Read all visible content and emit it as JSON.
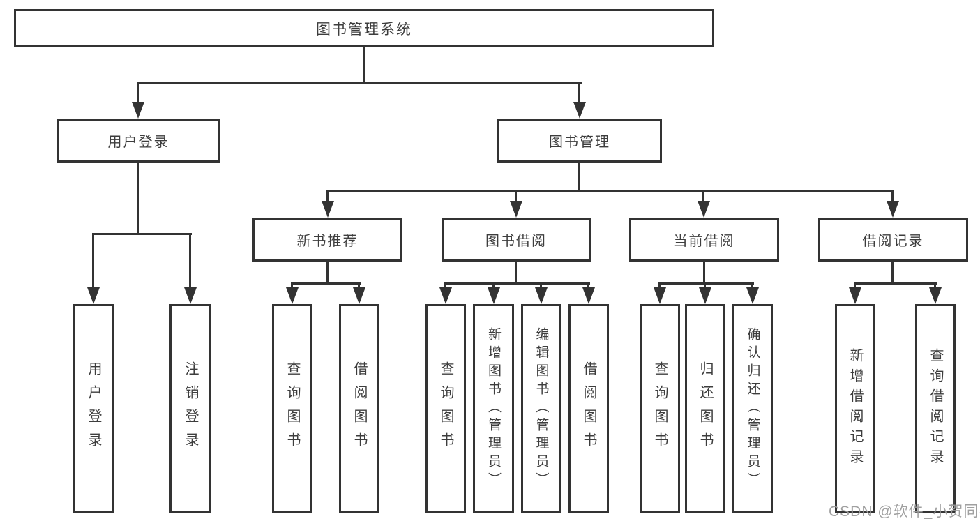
{
  "diagram": {
    "root": {
      "label": "图书管理系统",
      "children": [
        {
          "label": "用户登录",
          "children": [
            {
              "label": "用户登录"
            },
            {
              "label": "注销登录"
            }
          ]
        },
        {
          "label": "图书管理",
          "children": [
            {
              "label": "新书推荐",
              "children": [
                {
                  "label": "查询图书"
                },
                {
                  "label": "借阅图书"
                }
              ]
            },
            {
              "label": "图书借阅",
              "children": [
                {
                  "label": "查询图书"
                },
                {
                  "label": "新增图书（管理员）"
                },
                {
                  "label": "编辑图书（管理员）"
                },
                {
                  "label": "借阅图书"
                }
              ]
            },
            {
              "label": "当前借阅",
              "children": [
                {
                  "label": "查询图书"
                },
                {
                  "label": "归还图书"
                },
                {
                  "label": "确认归还（管理员）"
                }
              ]
            },
            {
              "label": "借阅记录",
              "children": [
                {
                  "label": "新增借阅记录"
                },
                {
                  "label": "查询借阅记录"
                }
              ]
            }
          ]
        }
      ]
    }
  },
  "watermark": {
    "text": "CSDN @软件_小贺同学"
  },
  "colors": {
    "line": "#333333",
    "text": "#3d3d3d",
    "box_background": "#ffffff",
    "page_background": "#ffffff",
    "watermark": "#9b9b9b"
  }
}
